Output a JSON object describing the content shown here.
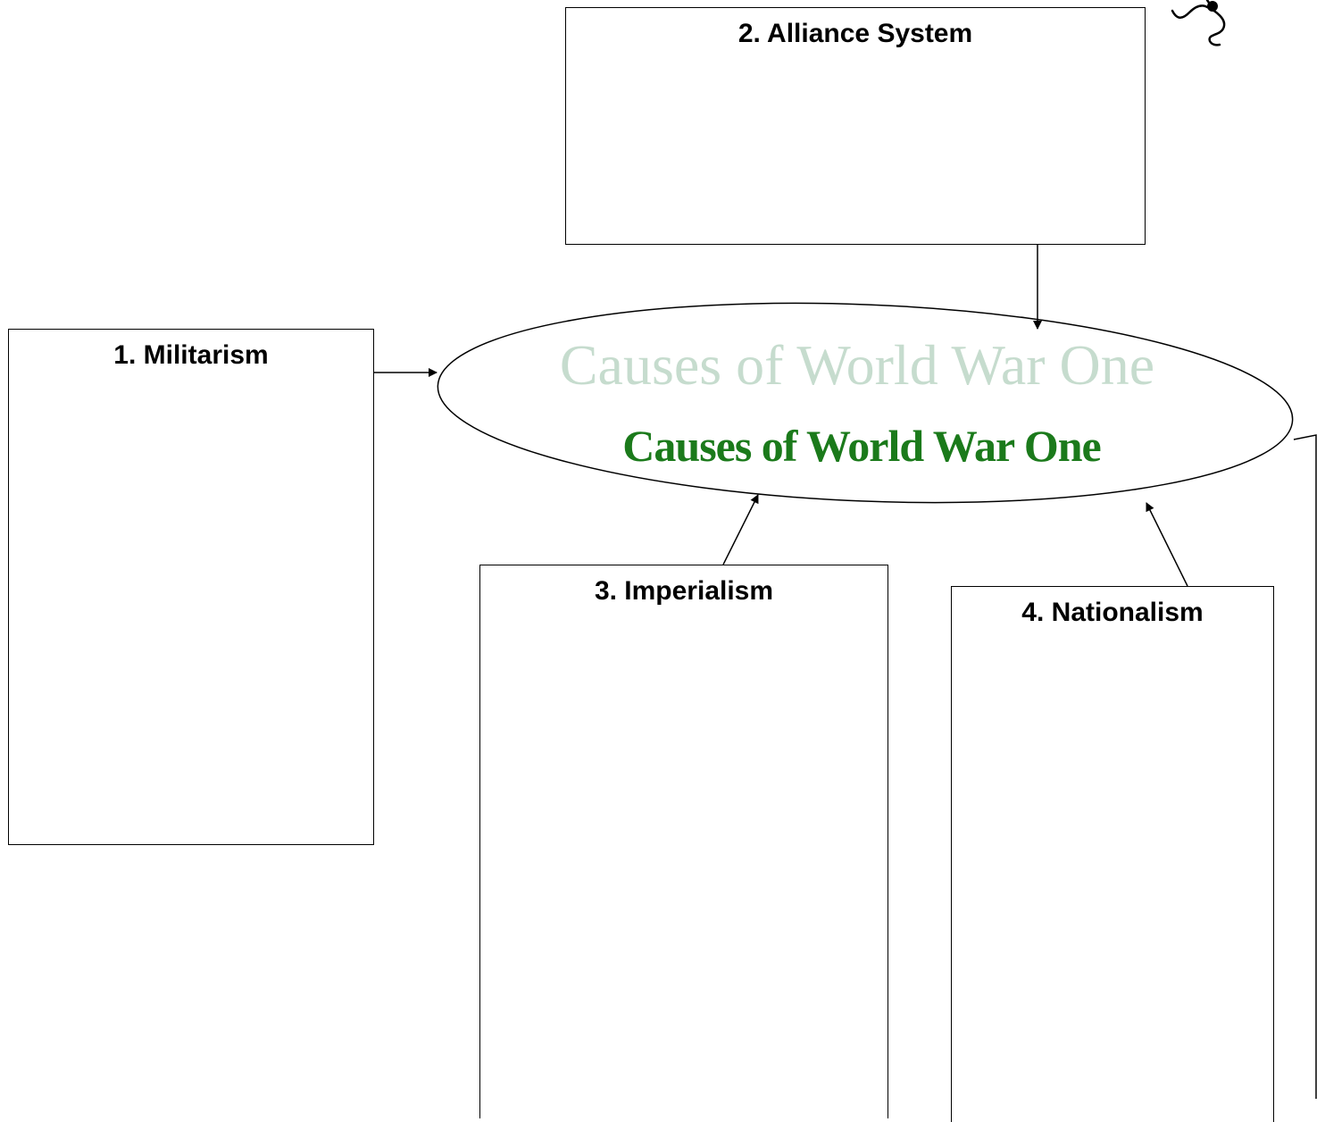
{
  "diagram": {
    "center": {
      "ghost_title": "Causes of World War One",
      "main_title": "Causes of World War One"
    },
    "boxes": [
      {
        "id": "militarism",
        "label": "1. Militarism"
      },
      {
        "id": "alliance",
        "label": "2. Alliance System"
      },
      {
        "id": "imperialism",
        "label": "3. Imperialism"
      },
      {
        "id": "nationalism",
        "label": "4. Nationalism"
      }
    ]
  },
  "colors": {
    "main_title": "#1b7a1b",
    "ghost_title": "#c6dcce",
    "lines": "#000000"
  }
}
